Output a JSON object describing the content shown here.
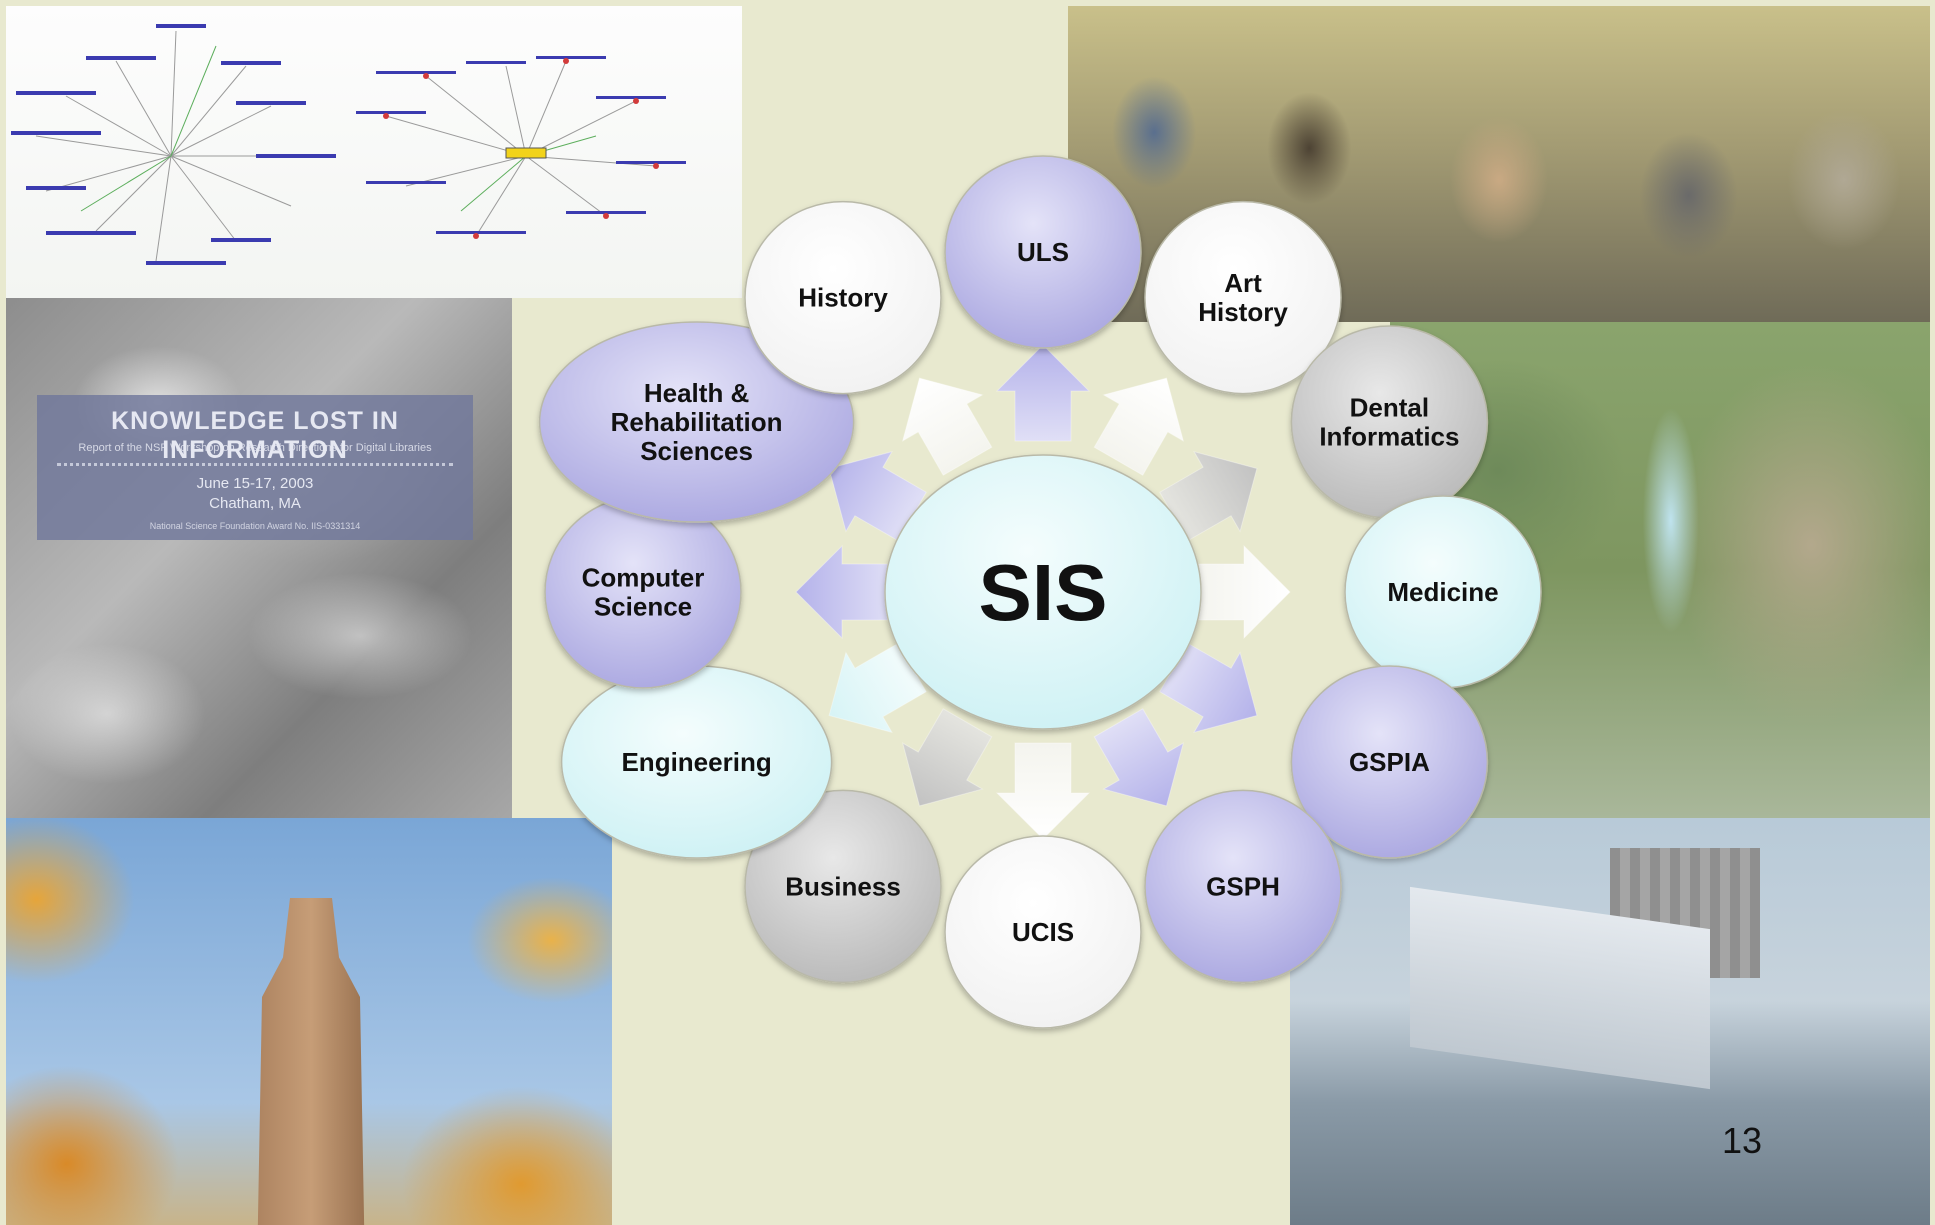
{
  "slide": {
    "page_number": "13",
    "accent_colors": {
      "background": "#e8e9cf",
      "purple": "#b3b1e6",
      "cyan": "#d7f4f6",
      "white": "#ffffff",
      "gray": "#c4c4c4"
    }
  },
  "center": {
    "label": "SIS",
    "color": "cyan"
  },
  "nodes": [
    {
      "label": "ULS",
      "color": "purple"
    },
    {
      "label": "Art History",
      "color": "white"
    },
    {
      "label": "Dental Informatics",
      "color": "gray"
    },
    {
      "label": "Medicine",
      "color": "cyan"
    },
    {
      "label": "GSPIA",
      "color": "purple"
    },
    {
      "label": "GSPH",
      "color": "purple"
    },
    {
      "label": "UCIS",
      "color": "white"
    },
    {
      "label": "Business",
      "color": "gray"
    },
    {
      "label": "Engineering",
      "color": "cyan"
    },
    {
      "label": "Computer Science",
      "color": "purple"
    },
    {
      "label": "Health & Rehabilitation Sciences",
      "color": "purple"
    },
    {
      "label": "History",
      "color": "white"
    }
  ],
  "arrows": [
    {
      "color": "purple"
    },
    {
      "color": "white"
    },
    {
      "color": "gray"
    },
    {
      "color": "white"
    },
    {
      "color": "purple"
    },
    {
      "color": "purple"
    },
    {
      "color": "white"
    },
    {
      "color": "gray"
    },
    {
      "color": "cyan"
    },
    {
      "color": "purple"
    },
    {
      "color": "purple"
    },
    {
      "color": "white"
    }
  ],
  "photos": {
    "report": {
      "title": "KNOWLEDGE LOST IN INFORMATION",
      "subtitle": "Report of the NSF Workshop on Research Directions for Digital Libraries",
      "date": "June 15-17, 2003",
      "place": "Chatham, MA",
      "footer": "National Science Foundation Award No. IIS-0331314"
    }
  }
}
